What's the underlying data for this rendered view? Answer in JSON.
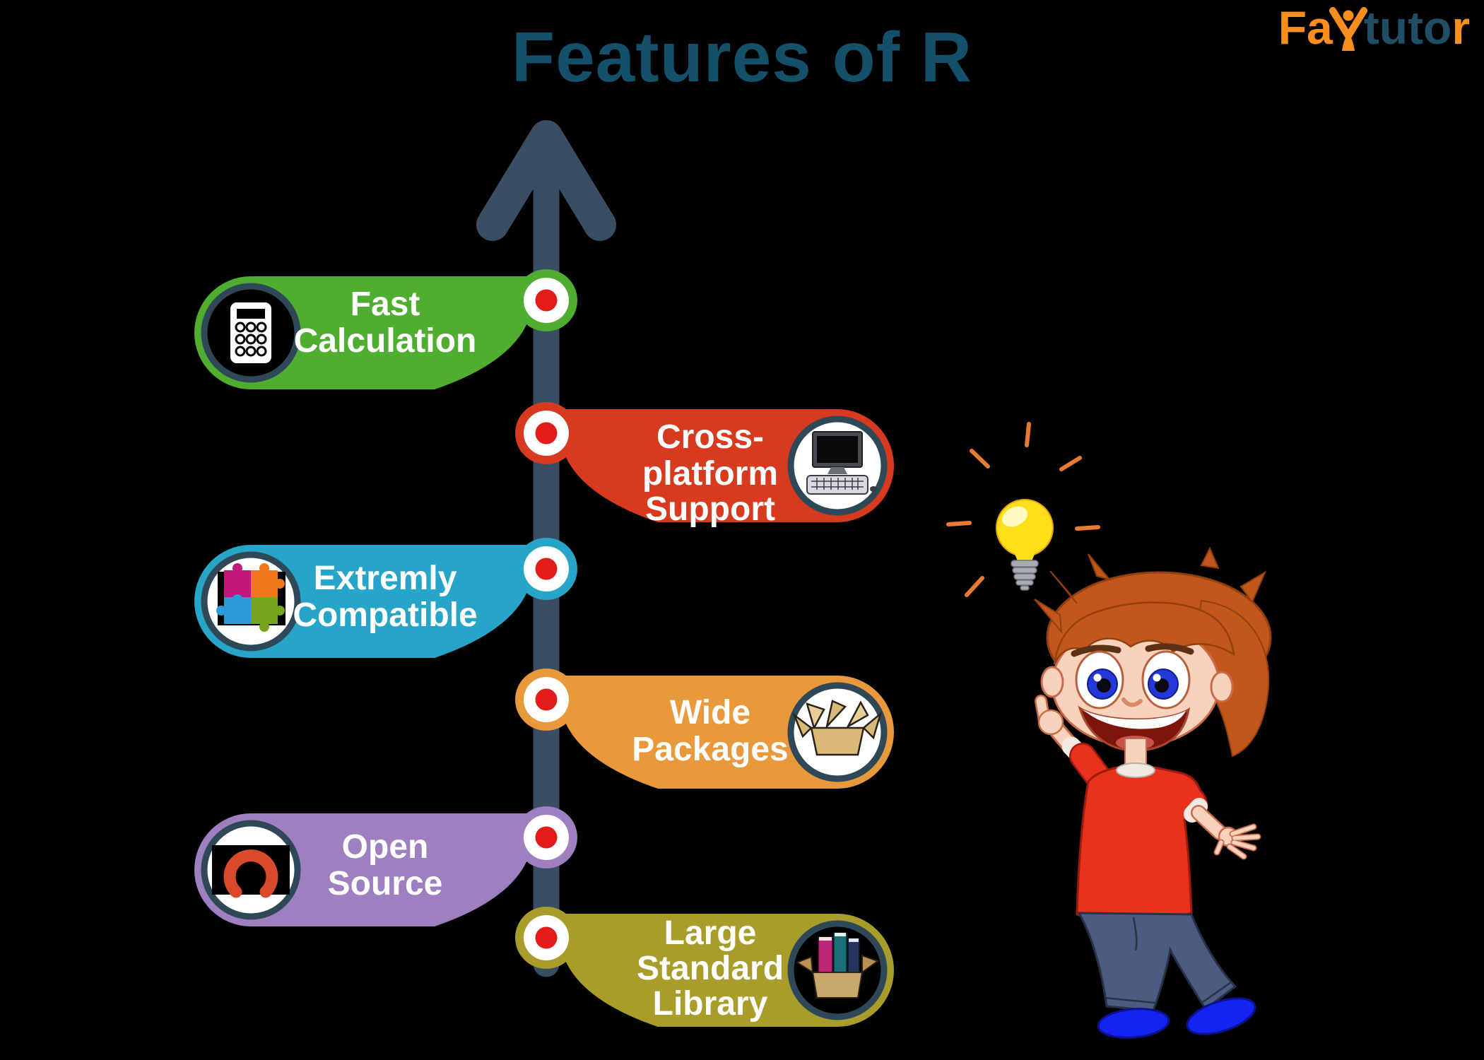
{
  "background": "#000000",
  "title": {
    "text": "Features of R",
    "color": "#14506A"
  },
  "logo": {
    "fa": "Fa",
    "tuto": "tuto",
    "r": "r",
    "person_glyph": "person-v-icon",
    "orange": "#F78E1E",
    "teal": "#1F4E66"
  },
  "timeline": {
    "arrow_color": "#3A4E63",
    "node_outer_color": "#FFFFFF",
    "node_inner_color": "#E21B1B"
  },
  "features": [
    {
      "label_lines": [
        "Fast",
        "Calculation"
      ],
      "side": "left",
      "color": "#4FAE30",
      "icon": "calculator-icon"
    },
    {
      "label_lines": [
        "Cross-",
        "platform",
        "Support"
      ],
      "side": "right",
      "color": "#D73A1E",
      "icon": "desktop-computer-icon"
    },
    {
      "label_lines": [
        "Extremly",
        "Compatible"
      ],
      "side": "left",
      "color": "#26A5C9",
      "icon": "puzzle-pieces-icon"
    },
    {
      "label_lines": [
        "Wide",
        "Packages"
      ],
      "side": "right",
      "color": "#E8993C",
      "icon": "open-box-icon"
    },
    {
      "label_lines": [
        "Open",
        "Source"
      ],
      "side": "left",
      "color": "#9E7FBF",
      "icon": "open-source-keyhole-icon"
    },
    {
      "label_lines": [
        "Large",
        "Standard",
        "Library"
      ],
      "side": "right",
      "color": "#A89D2B",
      "icon": "books-in-box-icon"
    }
  ],
  "illustration": {
    "lightbulb": "idea-lightbulb-icon",
    "boy": "cartoon-boy-thumbs-up",
    "hair_color": "#C2571B",
    "shirt_color": "#E8321C",
    "jeans_color": "#4C5C80",
    "shoes_color": "#1523F0"
  }
}
